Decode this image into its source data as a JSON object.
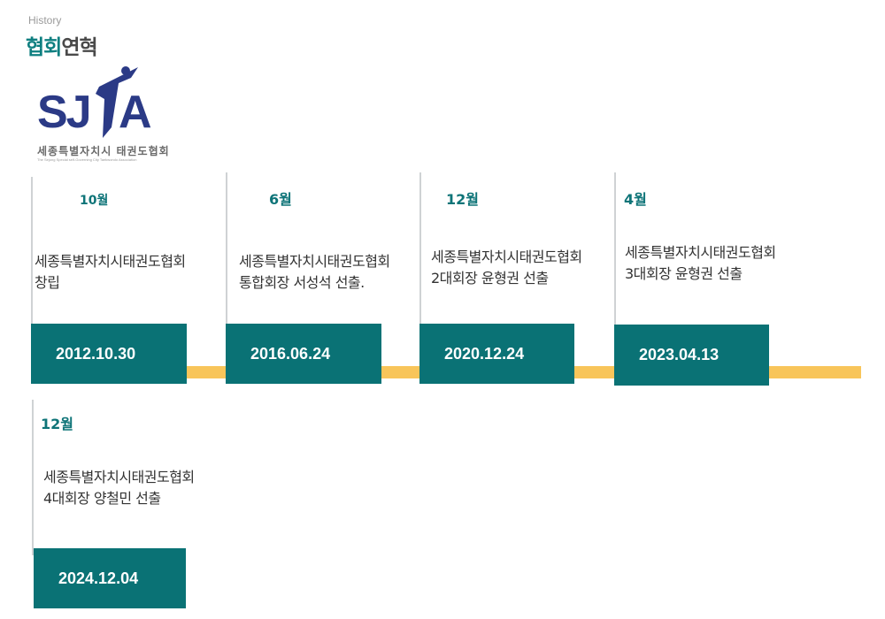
{
  "header": {
    "eyebrow": "History",
    "title_accent": "협회",
    "title_rest": "연혁"
  },
  "logo": {
    "mark": "SJTA",
    "name": "세종특별자치시 태권도협회",
    "subtitle": "The Sejong Special self-Governing City Taekwondo Association",
    "colors": {
      "navy": "#2b3a86",
      "text": "#6a6a6a"
    }
  },
  "colors": {
    "accent": "#0a7275",
    "month": "#0e7478",
    "timeline": "#f8c55a"
  },
  "timeline": [
    {
      "month": "10월",
      "desc": "세종특별자치시태권도협회\n창립",
      "date": "2012.10.30"
    },
    {
      "month": "6월",
      "desc": "세종특별자치시태권도협회\n통합회장 서성석 선출.",
      "date": "2016.06.24"
    },
    {
      "month": "12월",
      "desc": "세종특별자치시태권도협회\n2대회장 윤형권 선출",
      "date": "2020.12.24"
    },
    {
      "month": "4월",
      "desc": "세종특별자치시태권도협회\n3대회장 윤형권 선출",
      "date": "2023.04.13"
    },
    {
      "month": "12월",
      "desc": "세종특별자치시태권도협회\n4대회장 양철민 선출",
      "date": "2024.12.04"
    }
  ]
}
